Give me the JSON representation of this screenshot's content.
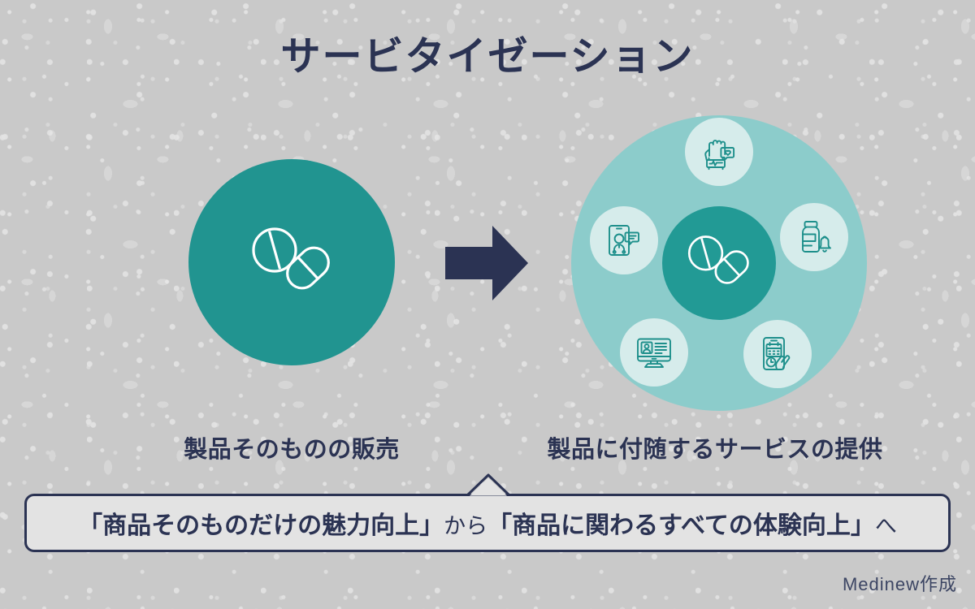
{
  "title": "サービタイゼーション",
  "colors": {
    "background": "#c9c9c9",
    "navy": "#2b3353",
    "teal_solid": "#219490",
    "teal_inner": "#229a95",
    "teal_ring": "#8ccccb",
    "mint_satellite": "#d6eceb",
    "banner_fill": "#e3e3e3",
    "icon_white": "#ffffff"
  },
  "left_node": {
    "icon": "pills-icon",
    "caption": "製品そのものの販売"
  },
  "arrow": {
    "icon": "right-arrow-icon",
    "direction": "right"
  },
  "right_node": {
    "center_icon": "pills-icon",
    "caption": "製品に付随するサービスの提供",
    "satellites": [
      {
        "position": "top",
        "icon": "smartwatch-heart-icon"
      },
      {
        "position": "left",
        "icon": "telemedicine-phone-icon"
      },
      {
        "position": "right",
        "icon": "medicine-bottle-bell-icon"
      },
      {
        "position": "bottom-left",
        "icon": "patient-record-monitor-icon"
      },
      {
        "position": "bottom-right",
        "icon": "appointment-calendar-phone-icon"
      }
    ]
  },
  "banner": {
    "quote_from": "「商品そのものだけの魅力向上」",
    "connector": "から",
    "quote_to": "「商品に関わるすべての体験向上」",
    "suffix": "へ"
  },
  "credit": "Medinew作成"
}
